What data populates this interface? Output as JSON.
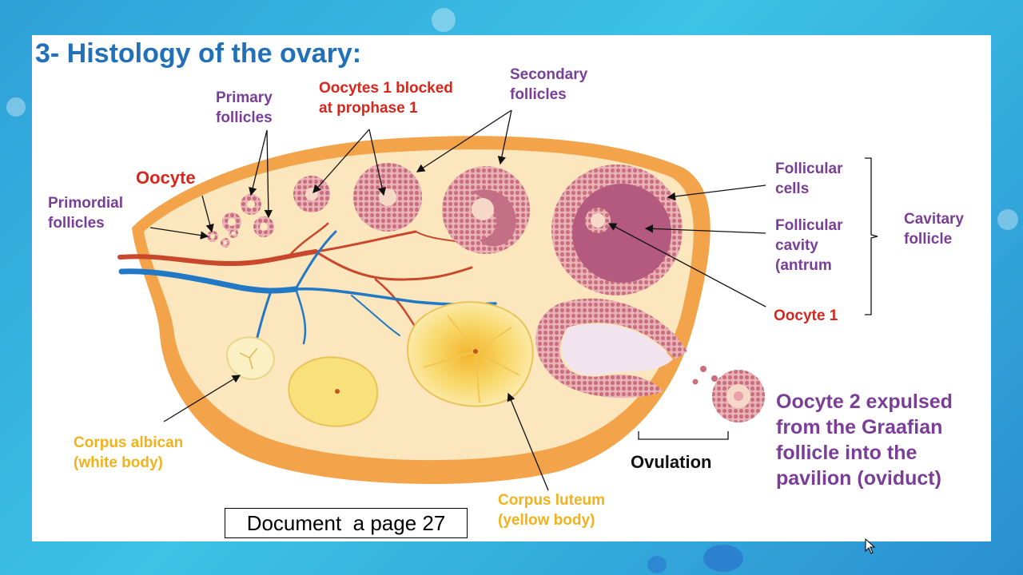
{
  "title": "3- Histology of the ovary:",
  "labels": {
    "primordial_follicles": [
      "Primordial",
      "follicles"
    ],
    "oocyte": "Oocyte",
    "primary_follicles": [
      "Primary",
      "follicles"
    ],
    "oocytes_blocked": [
      "Oocytes 1 blocked",
      "at prophase 1"
    ],
    "secondary_follicles": [
      "Secondary",
      "follicles"
    ],
    "follicular_cells": [
      "Follicular",
      "cells"
    ],
    "follicular_cavity": [
      "Follicular",
      "cavity",
      "(antrum"
    ],
    "oocyte_1": "Oocyte 1",
    "cavitary_follicle": [
      "Cavitary",
      "follicle"
    ],
    "corpus_albican": [
      "Corpus albican",
      "(white body)"
    ],
    "corpus_luteum": [
      "Corpus luteum",
      "(yellow body)"
    ],
    "ovulation": "Ovulation",
    "oocyte_2": [
      "Oocyte 2 expulsed",
      "from the Graafian",
      "follicle into the",
      "pavilion (oviduct)"
    ]
  },
  "document_ref": "Document  a page 27",
  "colors": {
    "title": "#2271b8",
    "purple_label": "#7a3e97",
    "red_label": "#d8261c",
    "yellow_label": "#f2b21b",
    "ovary_tissue": "#fbe6bd",
    "ovary_rim": "#f3a44a",
    "follicle": "#d98c96",
    "artery": "#c9472b",
    "vein": "#2178c4"
  }
}
